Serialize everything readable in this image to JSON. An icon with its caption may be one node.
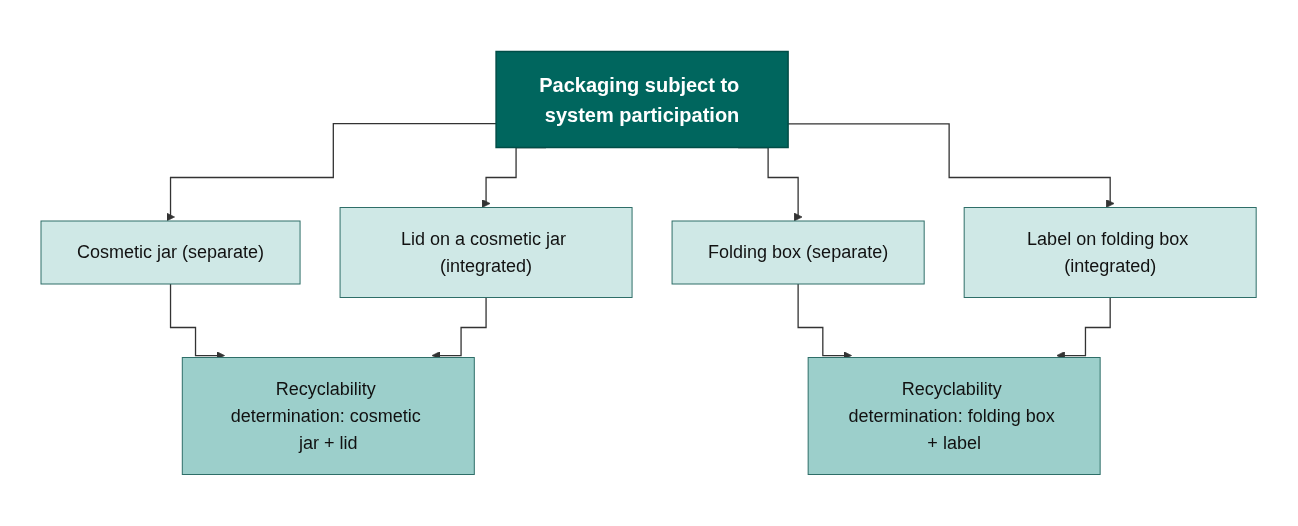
{
  "diagram": {
    "nodes": [
      {
        "text": [
          "Packaging subject to system participation"
        ]
      },
      {
        "text": [
          "Cosmetic jar (separate)"
        ]
      },
      {
        "text": [
          "Lid on a cosmetic jar (integrated)"
        ]
      },
      {
        "text": [
          "Folding box (separate)"
        ]
      },
      {
        "text": [
          "Label on folding box (integrated)"
        ]
      },
      {
        "text": [
          "Recyclability determination: cosmetic jar + lid"
        ]
      },
      {
        "text": [
          "Recyclability determination: folding box + label"
        ]
      }
    ],
    "edges": [
      {
        "from": 0,
        "to": 1,
        "arrow": "to"
      },
      {
        "from": 0,
        "to": 2,
        "arrow": "to"
      },
      {
        "from": 0,
        "to": 3,
        "arrow": "to"
      },
      {
        "from": 0,
        "to": 4,
        "arrow": "to"
      },
      {
        "from": 1,
        "to": 5,
        "arrow": "to"
      },
      {
        "from": 2,
        "to": 5,
        "arrow": "to"
      },
      {
        "from": 3,
        "to": 6,
        "arrow": "to"
      },
      {
        "from": 4,
        "to": 6,
        "arrow": "to"
      }
    ]
  }
}
